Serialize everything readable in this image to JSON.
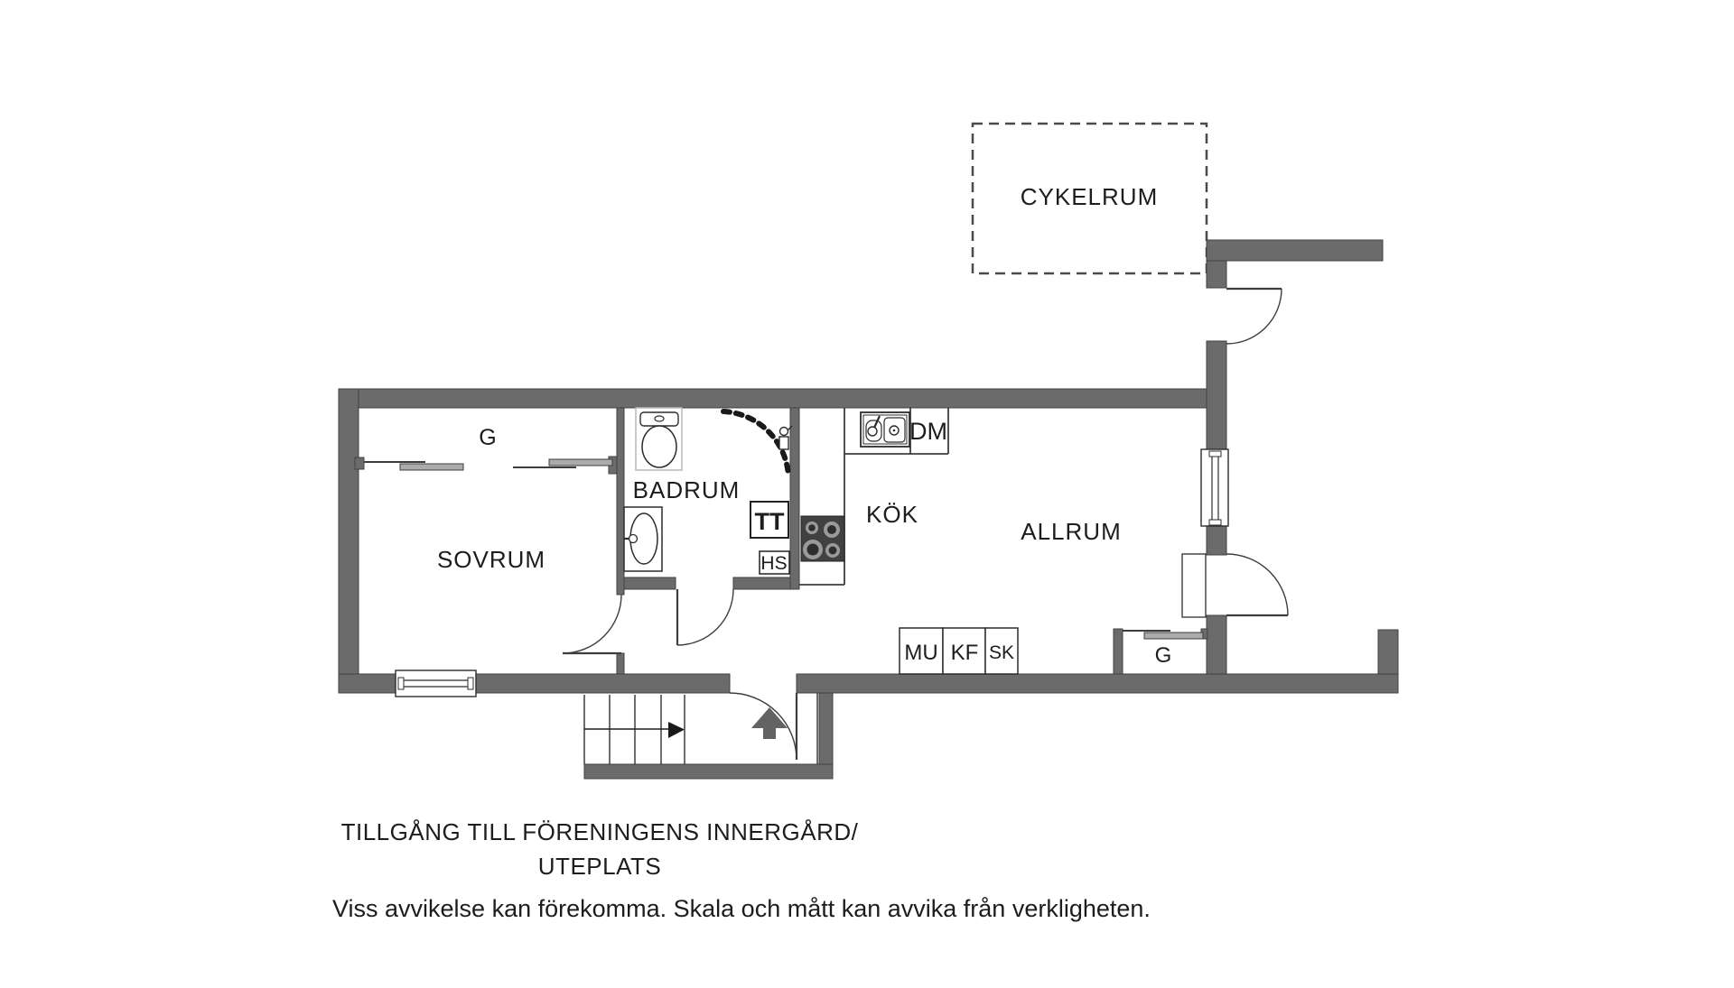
{
  "plan": {
    "rooms": {
      "cykelrum": "CYKELRUM",
      "sovrum": "SOVRUM",
      "badrum": "BADRUM",
      "kok": "KÖK",
      "allrum": "ALLRUM"
    },
    "closets": {
      "bedroom_wardrobe": "G",
      "allrum_wardrobe": "G"
    },
    "appliances": {
      "dishwasher": "DM",
      "washer_dryer": "TT",
      "hs_cabinet": "HS",
      "microwave": "MU",
      "fridge_freezer": "KF",
      "cabinet": "SK"
    },
    "notes": {
      "courtyard_line1": "TILLGÅNG TILL FÖRENINGENS INNERGÅRD/",
      "courtyard_line2": "UTEPLATS",
      "disclaimer": "Viss avvikelse kan förekomma. Skala och mått kan avvika från verkligheten."
    },
    "colors": {
      "wall": "#6b6b6b",
      "line": "#3d3d3d",
      "text": "#1d1d1d"
    }
  }
}
